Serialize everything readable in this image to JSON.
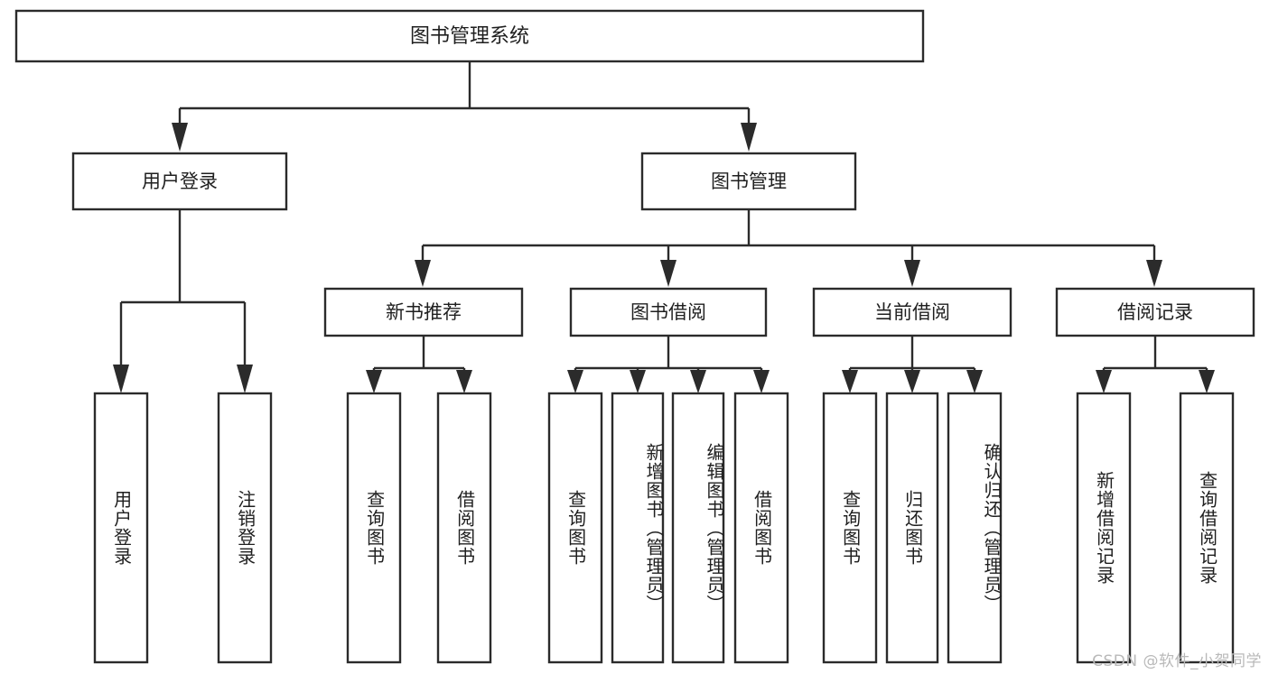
{
  "diagram": {
    "type": "tree-hierarchy-flowchart",
    "orientation": "top-down",
    "root": {
      "id": "root",
      "label": "图书管理系统",
      "level": 0
    },
    "level2": [
      {
        "id": "user-login",
        "label": "用户登录",
        "level": 1
      },
      {
        "id": "book-manage",
        "label": "图书管理",
        "level": 1
      }
    ],
    "level3": [
      {
        "id": "new-book-recommend",
        "label": "新书推荐",
        "level": 2,
        "parent": "book-manage"
      },
      {
        "id": "book-borrow",
        "label": "图书借阅",
        "level": 2,
        "parent": "book-manage"
      },
      {
        "id": "current-borrow",
        "label": "当前借阅",
        "level": 2,
        "parent": "book-manage"
      },
      {
        "id": "borrow-record",
        "label": "借阅记录",
        "level": 2,
        "parent": "book-manage"
      }
    ],
    "leaves": [
      {
        "id": "leaf-user-login",
        "label": "用户登录",
        "parent": "user-login"
      },
      {
        "id": "leaf-logout-login",
        "label": "注销登录",
        "parent": "user-login"
      },
      {
        "id": "leaf-query-book-1",
        "label": "查询图书",
        "parent": "new-book-recommend"
      },
      {
        "id": "leaf-borrow-book-1",
        "label": "借阅图书",
        "parent": "new-book-recommend"
      },
      {
        "id": "leaf-query-book-2",
        "label": "查询图书",
        "parent": "book-borrow"
      },
      {
        "id": "leaf-add-book",
        "label": "新增图书（管理员）",
        "parent": "book-borrow"
      },
      {
        "id": "leaf-edit-book",
        "label": "编辑图书（管理员）",
        "parent": "book-borrow"
      },
      {
        "id": "leaf-borrow-book-2",
        "label": "借阅图书",
        "parent": "book-borrow"
      },
      {
        "id": "leaf-query-book-3",
        "label": "查询图书",
        "parent": "current-borrow"
      },
      {
        "id": "leaf-return-book",
        "label": "归还图书",
        "parent": "current-borrow"
      },
      {
        "id": "leaf-confirm-return",
        "label": "确认归还（管理员）",
        "parent": "current-borrow"
      },
      {
        "id": "leaf-add-record",
        "label": "新增借阅记录",
        "parent": "borrow-record"
      },
      {
        "id": "leaf-query-record",
        "label": "查询借阅记录",
        "parent": "borrow-record"
      }
    ]
  },
  "colors": {
    "background": "#ffffff",
    "box_fill": "#ffffff",
    "box_stroke": "#2b2b2b",
    "text": "#1f1f1f",
    "watermark": "#b9b9b9"
  },
  "watermark": {
    "text": "CSDN @软件_小贺同学"
  }
}
